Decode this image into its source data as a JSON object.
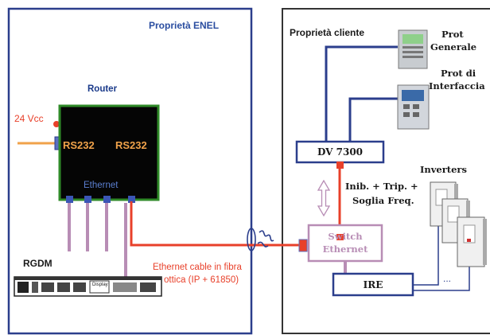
{
  "enel_title": "Proprietà ENEL",
  "cliente_title": "Proprietà cliente",
  "router": {
    "title": "Router",
    "port_left": "RS232",
    "port_right": "RS232",
    "port_bottom": "Ethernet",
    "power": "24 Vcc"
  },
  "rgdm": {
    "title": "RGDM",
    "display_label": "Display"
  },
  "cable_label_line1": "Ethernet cable in  fibra",
  "cable_label_line2": "ottica (IP + 61850)",
  "prot_generale_line1": "Prot",
  "prot_generale_line2": "Generale",
  "prot_interfaccia_line1": "Prot di",
  "prot_interfaccia_line2": "Interfaccia",
  "dv_label": "DV 7300",
  "signal_line1": "Inib. + Trip. +",
  "signal_line2": "Soglia Freq.",
  "switch_line1": "Switch",
  "switch_line2": "Ethernet",
  "inverters_label": "Inverters",
  "ire_label": "IRE",
  "ellipsis": "..."
}
